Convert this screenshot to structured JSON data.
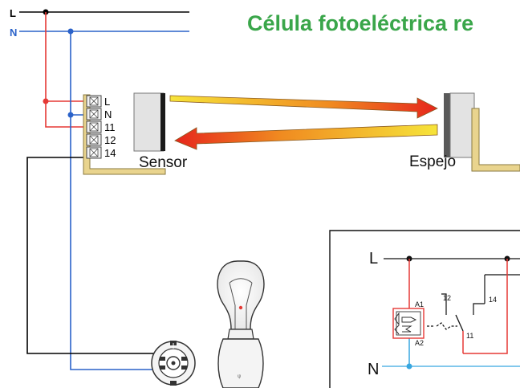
{
  "title": "Célula fotoeléctrica re",
  "lines": {
    "phase": "L",
    "neutral": "N"
  },
  "terminals": [
    "L",
    "N",
    "11",
    "12",
    "14"
  ],
  "sensor_label": "Sensor",
  "mirror_label": "Espejo",
  "schematic": {
    "phase": "L",
    "neutral": "N",
    "coil_top": "A1",
    "coil_bottom": "A2",
    "contact_common": "11",
    "contact_nc": "12",
    "contact_no": "14"
  },
  "colors": {
    "title": "#3aa64a",
    "phase_wire": "#e53935",
    "neutral_wire": "#2a62c9",
    "schematic_neutral": "#38a7e0",
    "beam_start": "#f6e43a",
    "beam_end": "#e6261c",
    "bracket": "#e9d48e"
  }
}
